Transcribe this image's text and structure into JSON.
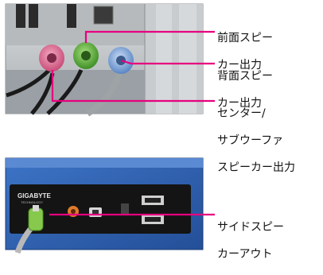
{
  "labels": {
    "front_speaker": {
      "line1": "前面スピー",
      "line2": "カー出力"
    },
    "rear_speaker": {
      "line1": "背面スピー",
      "line2": "カー出力"
    },
    "center_subwoofer": {
      "line1": "センター/",
      "line2": "サブウーファ",
      "line3": "スピーカー出力"
    },
    "side_speaker": {
      "line1": "サイドスピー",
      "line2": "カーアウト"
    }
  },
  "panel_logo": {
    "brand": "GIGABYTE",
    "tagline": "TECHNOLOGY"
  },
  "colors": {
    "leader_line": "#e6007e",
    "jack_pink": "#e8749a",
    "jack_green": "#6fbf4a",
    "jack_blue": "#8fb4e0",
    "jack_orange": "#e07a2a",
    "chassis_blue": "#2c5fb0"
  }
}
